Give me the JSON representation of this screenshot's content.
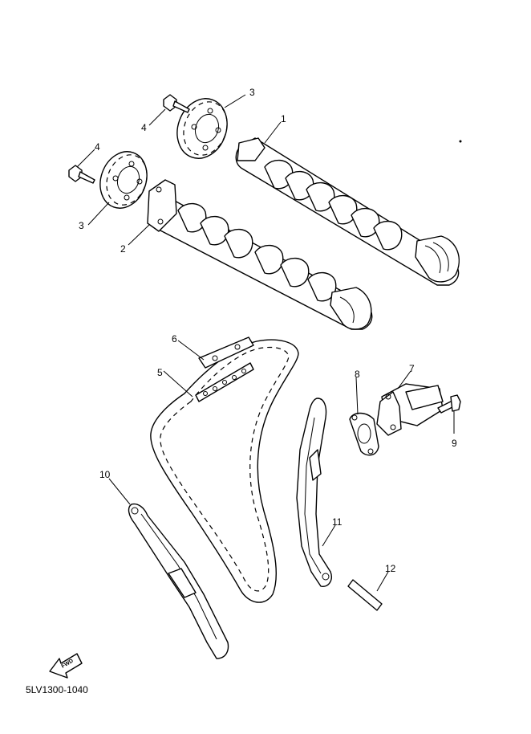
{
  "callouts": {
    "c1": "1",
    "c2": "2",
    "c3a": "3",
    "c3b": "3",
    "c4a": "4",
    "c4b": "4",
    "c5": "5",
    "c6": "6",
    "c7": "7",
    "c8": "8",
    "c9": "9",
    "c10": "10",
    "c11": "11",
    "c12": "12"
  },
  "fwd_label": "FWD",
  "doc_code": "5LV1300-1040",
  "icons": [
    "fwd-arrow-icon"
  ]
}
